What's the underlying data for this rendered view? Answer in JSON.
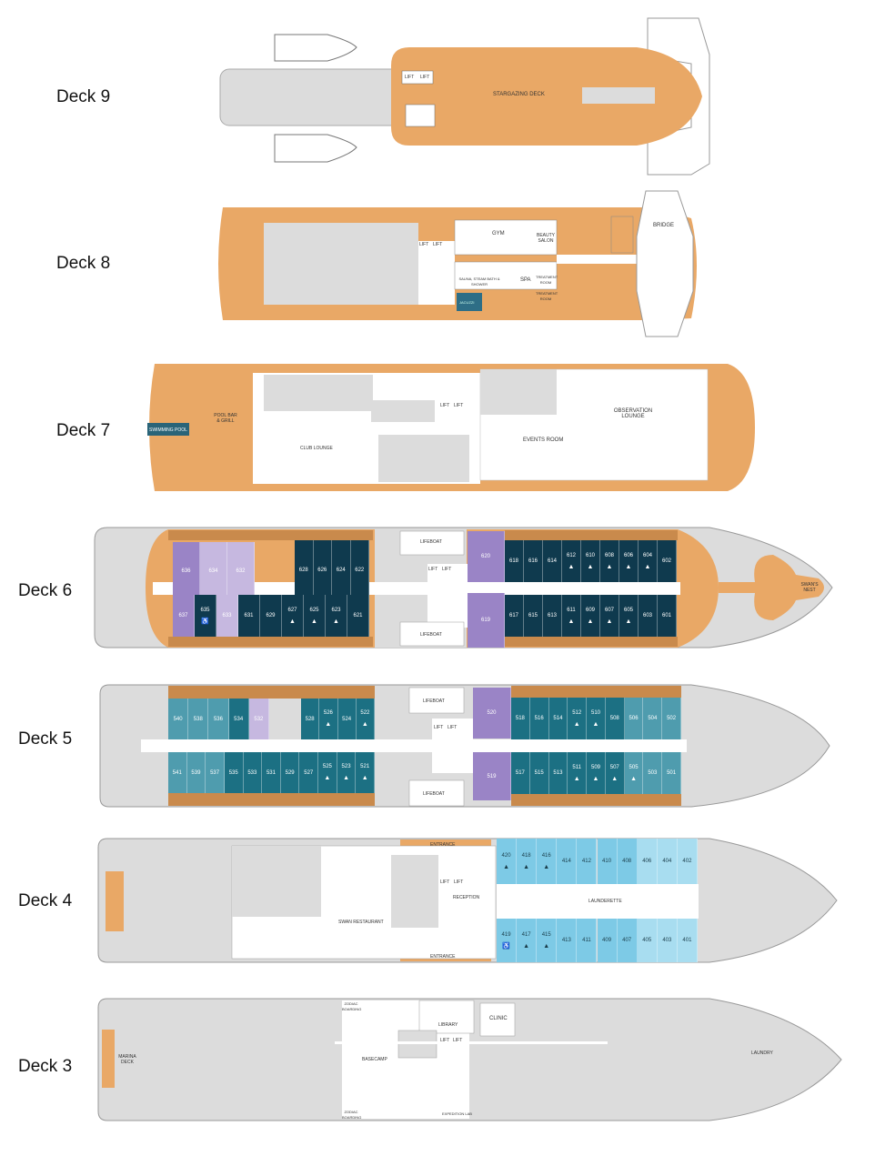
{
  "colors": {
    "deck_orange": "#e9a866",
    "deck_grey": "#dcdcdc",
    "navy_cabin": "#0f3a4e",
    "teal_cabin": "#1c7083",
    "light_teal_cabin": "#4f9cae",
    "purple_suite": "#9a84c6",
    "light_purple_suite": "#c6b8e0",
    "blue_cabin": "#7dcae6",
    "light_blue_cabin": "#a8ddf0"
  },
  "decks": [
    {
      "name": "Deck 9",
      "labels": [
        "LIFT",
        "LIFT",
        "STARGAZING DECK"
      ]
    },
    {
      "name": "Deck 8",
      "labels": [
        "LIFT",
        "LIFT",
        "GYM",
        "BEAUTY SALON",
        "SAUNA, STEAM BATH & SHOWER",
        "SPA",
        "TREATMENT ROOM",
        "TREATMENT ROOM",
        "JACUZZI",
        "BRIDGE"
      ]
    },
    {
      "name": "Deck 7",
      "labels": [
        "SWIMMING POOL",
        "POOL BAR & GRILL",
        "CLUB LOUNGE",
        "LIFT",
        "LIFT",
        "EVENTS ROOM",
        "OBSERVATION LOUNGE"
      ]
    },
    {
      "name": "Deck 6",
      "labels": [
        "LIFEBOAT",
        "LIFEBOAT",
        "LIFT",
        "LIFT",
        "SWAN'S NEST"
      ],
      "cabin_rows": [
        [
          {
            "n": "636",
            "c": "purple"
          },
          {
            "n": "634",
            "c": "lpurple"
          },
          {
            "n": "632",
            "c": "lpurple"
          }
        ],
        [
          {
            "n": "628",
            "c": "navy"
          },
          {
            "n": "626",
            "c": "navy"
          },
          {
            "n": "624",
            "c": "navy"
          },
          {
            "n": "622",
            "c": "navy"
          }
        ],
        [
          {
            "n": "637",
            "c": "purple"
          },
          {
            "n": "635",
            "c": "navy",
            "m": "accessible"
          },
          {
            "n": "633",
            "c": "lpurple"
          },
          {
            "n": "631",
            "c": "navy"
          },
          {
            "n": "629",
            "c": "navy"
          },
          {
            "n": "627",
            "c": "navy",
            "m": "tri"
          },
          {
            "n": "625",
            "c": "navy",
            "m": "tri"
          },
          {
            "n": "623",
            "c": "navy",
            "m": "tri"
          },
          {
            "n": "621",
            "c": "navy"
          }
        ],
        [
          {
            "n": "620",
            "c": "purple"
          }
        ],
        [
          {
            "n": "618",
            "c": "navy"
          },
          {
            "n": "616",
            "c": "navy"
          },
          {
            "n": "614",
            "c": "navy"
          },
          {
            "n": "612",
            "c": "navy",
            "m": "tri"
          },
          {
            "n": "610",
            "c": "navy",
            "m": "tri"
          },
          {
            "n": "608",
            "c": "navy",
            "m": "tri"
          },
          {
            "n": "606",
            "c": "navy",
            "m": "tri"
          },
          {
            "n": "604",
            "c": "navy",
            "m": "tri"
          },
          {
            "n": "602",
            "c": "navy"
          }
        ],
        [
          {
            "n": "619",
            "c": "purple"
          }
        ],
        [
          {
            "n": "617",
            "c": "navy"
          },
          {
            "n": "615",
            "c": "navy"
          },
          {
            "n": "613",
            "c": "navy"
          },
          {
            "n": "611",
            "c": "navy",
            "m": "tri"
          },
          {
            "n": "609",
            "c": "navy",
            "m": "tri"
          },
          {
            "n": "607",
            "c": "navy",
            "m": "tri"
          },
          {
            "n": "605",
            "c": "navy",
            "m": "tri"
          },
          {
            "n": "603",
            "c": "navy"
          },
          {
            "n": "601",
            "c": "navy"
          }
        ]
      ]
    },
    {
      "name": "Deck 5",
      "labels": [
        "LIFEBOAT",
        "LIFEBOAT",
        "LIFT",
        "LIFT"
      ],
      "cabin_rows": [
        [
          {
            "n": "540",
            "c": "lteal"
          },
          {
            "n": "538",
            "c": "lteal"
          },
          {
            "n": "536",
            "c": "lteal"
          },
          {
            "n": "534",
            "c": "teal"
          },
          {
            "n": "532",
            "c": "lpurple"
          }
        ],
        [
          {
            "n": "528",
            "c": "teal"
          },
          {
            "n": "526",
            "c": "teal",
            "m": "tri"
          },
          {
            "n": "524",
            "c": "teal"
          },
          {
            "n": "522",
            "c": "teal",
            "m": "tri"
          }
        ],
        [
          {
            "n": "541",
            "c": "lteal"
          },
          {
            "n": "539",
            "c": "lteal"
          },
          {
            "n": "537",
            "c": "lteal"
          },
          {
            "n": "535",
            "c": "teal"
          },
          {
            "n": "533",
            "c": "teal"
          },
          {
            "n": "531",
            "c": "teal"
          },
          {
            "n": "529",
            "c": "teal"
          },
          {
            "n": "527",
            "c": "teal"
          },
          {
            "n": "525",
            "c": "teal",
            "m": "tri"
          },
          {
            "n": "523",
            "c": "teal",
            "m": "tri"
          },
          {
            "n": "521",
            "c": "teal",
            "m": "tri"
          }
        ],
        [
          {
            "n": "520",
            "c": "purple"
          }
        ],
        [
          {
            "n": "518",
            "c": "teal"
          },
          {
            "n": "516",
            "c": "teal"
          },
          {
            "n": "514",
            "c": "teal"
          },
          {
            "n": "512",
            "c": "teal",
            "m": "tri"
          },
          {
            "n": "510",
            "c": "teal",
            "m": "tri"
          },
          {
            "n": "508",
            "c": "teal"
          },
          {
            "n": "506",
            "c": "lteal"
          },
          {
            "n": "504",
            "c": "lteal"
          },
          {
            "n": "502",
            "c": "lteal"
          }
        ],
        [
          {
            "n": "519",
            "c": "purple"
          }
        ],
        [
          {
            "n": "517",
            "c": "teal"
          },
          {
            "n": "515",
            "c": "teal"
          },
          {
            "n": "513",
            "c": "teal"
          },
          {
            "n": "511",
            "c": "teal",
            "m": "tri"
          },
          {
            "n": "509",
            "c": "teal",
            "m": "tri"
          },
          {
            "n": "507",
            "c": "teal",
            "m": "tri"
          },
          {
            "n": "505",
            "c": "lteal",
            "m": "tri"
          },
          {
            "n": "503",
            "c": "lteal"
          },
          {
            "n": "501",
            "c": "lteal"
          }
        ]
      ]
    },
    {
      "name": "Deck 4",
      "labels": [
        "ENTRANCE",
        "ENTRANCE",
        "LIFT",
        "LIFT",
        "RECEPTION",
        "SWAN RESTAURANT",
        "LAUNDERETTE"
      ],
      "cabin_rows": [
        [
          {
            "n": "420",
            "c": "blue",
            "m": "tri"
          },
          {
            "n": "418",
            "c": "blue",
            "m": "tri"
          },
          {
            "n": "416",
            "c": "blue",
            "m": "tri"
          },
          {
            "n": "414",
            "c": "blue"
          },
          {
            "n": "412",
            "c": "blue"
          },
          {
            "n": "410",
            "c": "blue"
          },
          {
            "n": "408",
            "c": "blue"
          },
          {
            "n": "406",
            "c": "lblue"
          },
          {
            "n": "404",
            "c": "lblue"
          },
          {
            "n": "402",
            "c": "lblue"
          }
        ],
        [
          {
            "n": "419",
            "c": "blue",
            "m": "accessible"
          },
          {
            "n": "417",
            "c": "blue",
            "m": "tri"
          },
          {
            "n": "415",
            "c": "blue",
            "m": "tri"
          },
          {
            "n": "413",
            "c": "blue"
          },
          {
            "n": "411",
            "c": "blue"
          },
          {
            "n": "409",
            "c": "blue"
          },
          {
            "n": "407",
            "c": "blue"
          },
          {
            "n": "405",
            "c": "lblue"
          },
          {
            "n": "403",
            "c": "lblue"
          },
          {
            "n": "401",
            "c": "lblue"
          }
        ]
      ]
    },
    {
      "name": "Deck 3",
      "labels": [
        "MARINA DECK",
        "ZODIAC BOARDING",
        "ZODIAC BOARDING",
        "LIBRARY",
        "CLINIC",
        "LIFT",
        "LIFT",
        "BASECAMP",
        "EXPEDITION LAB",
        "LAUNDRY"
      ]
    }
  ]
}
